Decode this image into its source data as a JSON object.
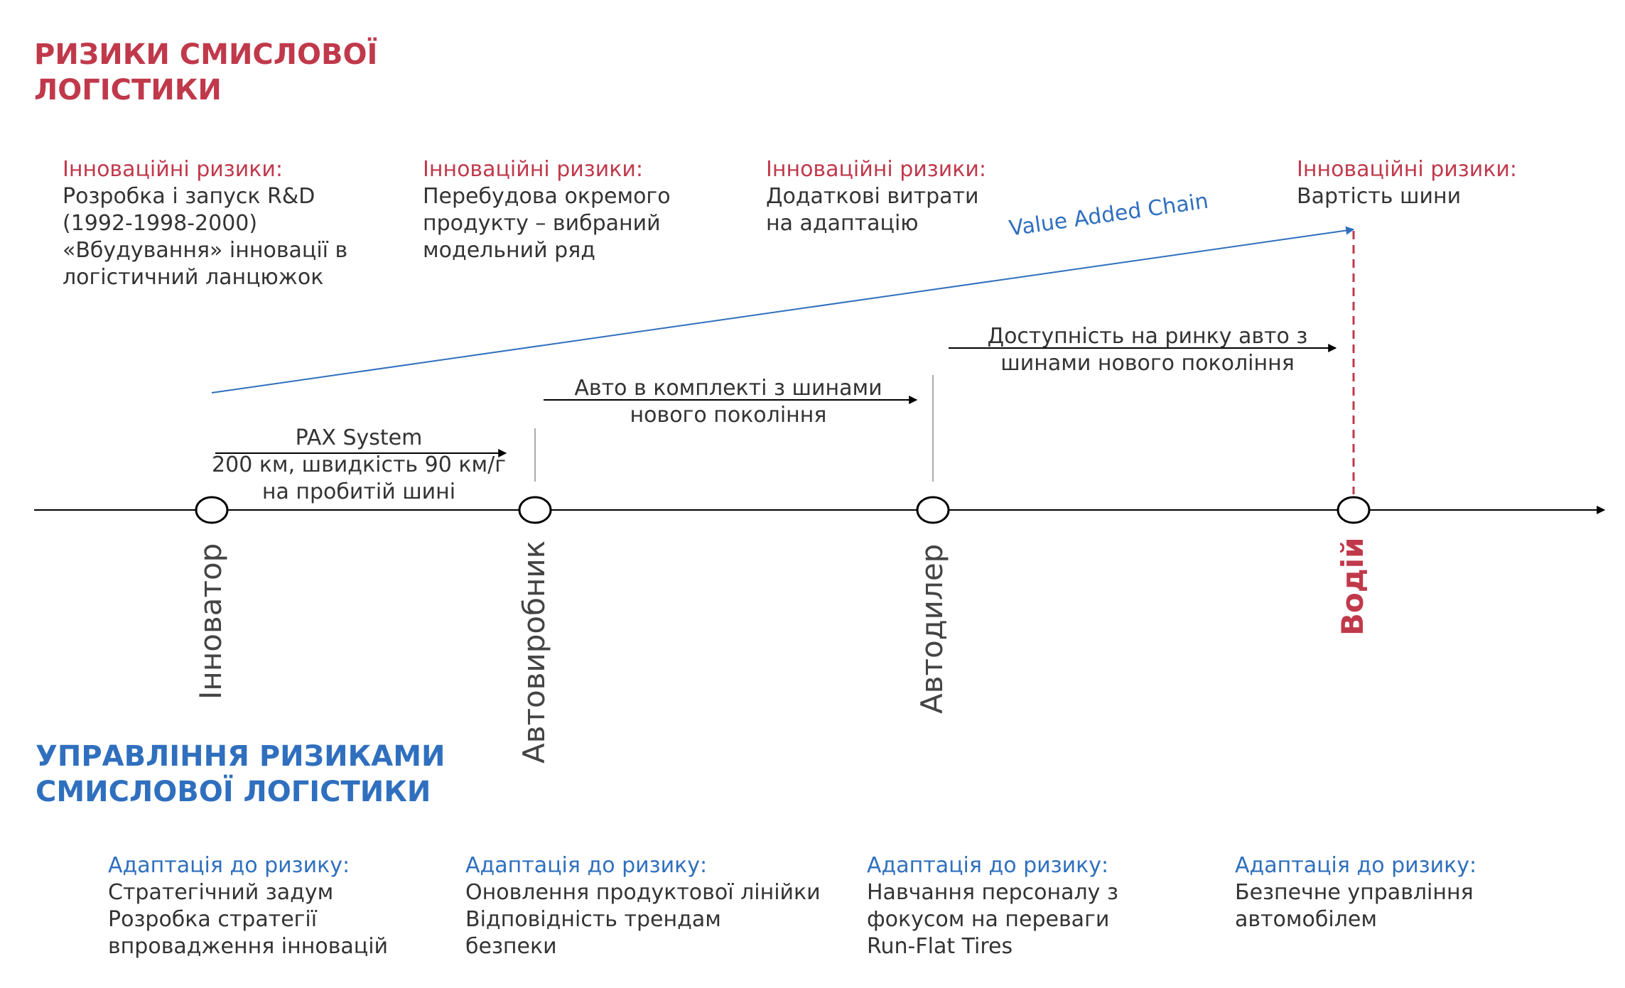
{
  "top_heading": {
    "line1": "РИЗИКИ СМИСЛОВОЇ",
    "line2": "ЛОГІСТИКИ"
  },
  "bottom_heading": {
    "line1": "УПРАВЛІННЯ РИЗИКАМИ",
    "line2": "СМИСЛОВОЇ ЛОГІСТИКИ"
  },
  "risks": [
    {
      "label": "Інноваційні ризики:",
      "lines": [
        "Розробка і запуск R&D",
        "(1992-1998-2000)",
        "«Вбудування» інновації в",
        "логістичний ланцюжок"
      ]
    },
    {
      "label": "Інноваційні ризики:",
      "lines": [
        "Перебудова окремого",
        "продукту – вибраний",
        "модельний ряд"
      ]
    },
    {
      "label": "Інноваційні ризики:",
      "lines": [
        "Додаткові витрати",
        "на адаптацію"
      ]
    },
    {
      "label": "Інноваційні ризики:",
      "lines": [
        "Вартість шини"
      ]
    }
  ],
  "value_chain_label": "Value Added Chain",
  "flow_labels": {
    "pax": [
      "PAX System",
      "200 км, швидкість 90 км/г",
      "на пробитій шині"
    ],
    "auto_kit": [
      "Авто в комплекті з шинами",
      "нового покоління"
    ],
    "availability": [
      "Доступність на ринку авто з",
      "шинами нового покоління"
    ]
  },
  "actors": [
    "Інноватор",
    "Автовиробник",
    "Автодилер",
    "Водій"
  ],
  "adaptations": [
    {
      "label": "Адаптація до ризику:",
      "lines": [
        "Стратегічний задум",
        "Розробка стратегії",
        "впровадження інновацій"
      ]
    },
    {
      "label": "Адаптація до ризику:",
      "lines": [
        "Оновлення продуктової лінійки",
        "Відповідність трендам",
        "безпеки"
      ]
    },
    {
      "label": "Адаптація до ризику:",
      "lines": [
        "Навчання персоналу з",
        "фокусом на переваги",
        "Run-Flat Tires"
      ]
    },
    {
      "label": "Адаптація до ризику:",
      "lines": [
        "Безпечне управління",
        "автомобілем"
      ]
    }
  ],
  "colors": {
    "risk": "#c0394b",
    "management": "#2f6fbe",
    "text": "#333333",
    "line": "#000000",
    "vline": "#aaaaaa"
  }
}
